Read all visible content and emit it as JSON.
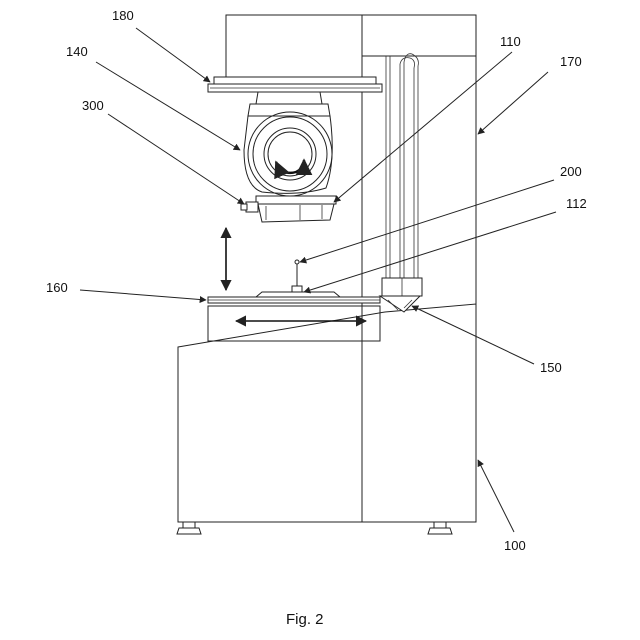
{
  "figure": {
    "caption": "Fig. 2",
    "labels": {
      "l180": "180",
      "l140": "140",
      "l300": "300",
      "l110": "110",
      "l170": "170",
      "l200": "200",
      "l112": "112",
      "l160": "160",
      "l150": "150",
      "l100": "100"
    }
  }
}
